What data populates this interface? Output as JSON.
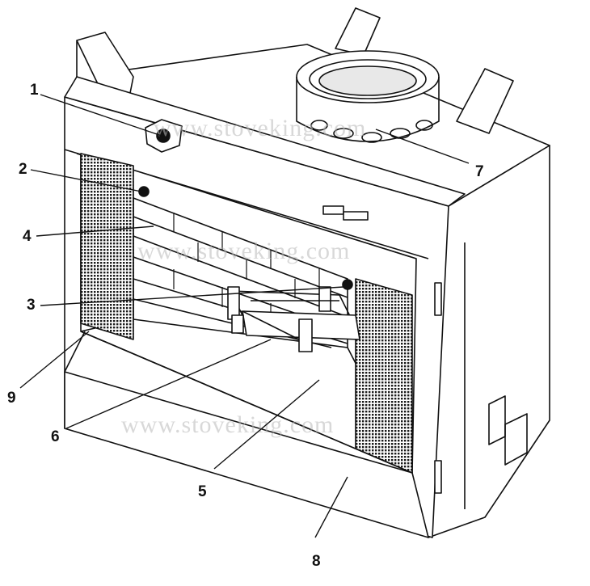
{
  "diagram": {
    "watermarks": [
      "www.stoveking.com",
      "www.stoveking.com",
      "www.stoveking.com"
    ],
    "callouts": [
      {
        "id": "c1",
        "label": "1"
      },
      {
        "id": "c2",
        "label": "2"
      },
      {
        "id": "c3",
        "label": "3"
      },
      {
        "id": "c4",
        "label": "4"
      },
      {
        "id": "c5",
        "label": "5"
      },
      {
        "id": "c6",
        "label": "6"
      },
      {
        "id": "c7",
        "label": "7"
      },
      {
        "id": "c8",
        "label": "8"
      },
      {
        "id": "c9",
        "label": "9"
      }
    ]
  },
  "colors": {
    "line": "#111111",
    "screen": "#2a2a2a",
    "watermark": "#b9b9b9"
  }
}
